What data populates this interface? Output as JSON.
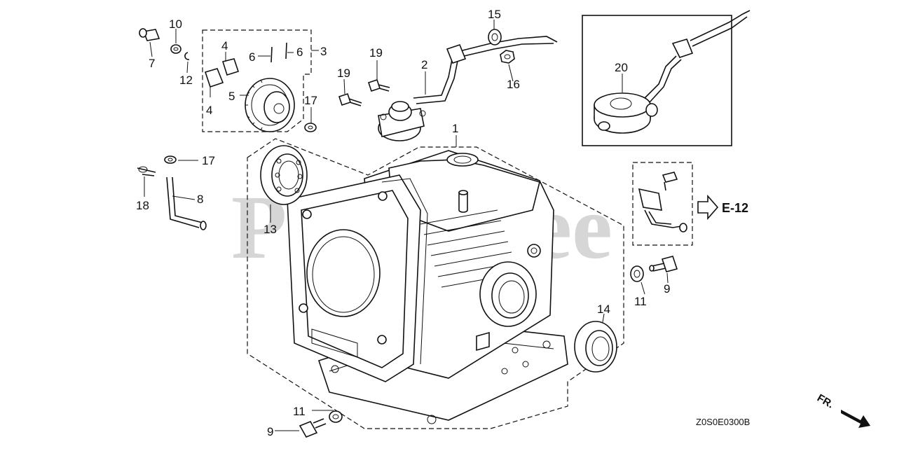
{
  "watermark": "PartsTree",
  "callouts": {
    "c1": "1",
    "c2": "2",
    "c3": "3",
    "c4a": "4",
    "c4b": "4",
    "c5": "5",
    "c6a": "6",
    "c6b": "6",
    "c7": "7",
    "c8": "8",
    "c9a": "9",
    "c9b": "9",
    "c10": "10",
    "c11a": "11",
    "c11b": "11",
    "c12": "12",
    "c13": "13",
    "c14": "14",
    "c15": "15",
    "c16": "16",
    "c17a": "17",
    "c17b": "17",
    "c18": "18",
    "c19a": "19",
    "c19b": "19",
    "c20": "20"
  },
  "reference_label": "E-12",
  "front_label": "FR.",
  "diagram_code": "Z0S0E0300B"
}
